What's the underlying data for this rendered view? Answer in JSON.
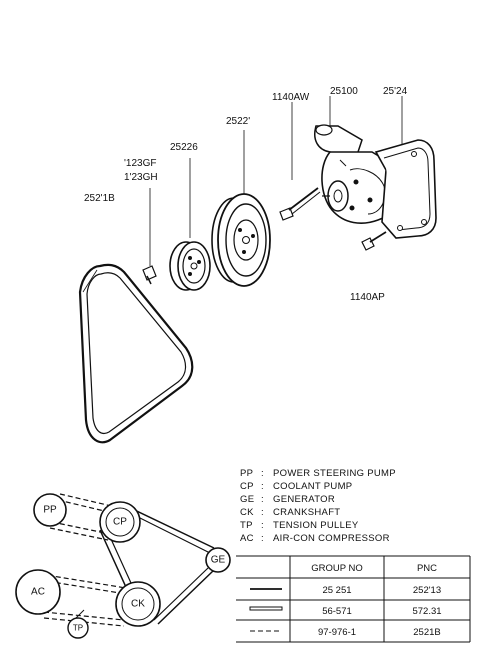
{
  "part_labels": {
    "belt": "252'1B",
    "bolt_upper": "'123GF",
    "bolt_lower": "1'23GH",
    "pulley_small": "25226",
    "pulley_large": "2522'",
    "bolt_pump": "1140AW",
    "pump": "25100",
    "gasket": "25'24",
    "bolt_lower_pump": "1140AP"
  },
  "legend": [
    {
      "code": "PP",
      "sep": ":",
      "desc": "POWER STEERING PUMP"
    },
    {
      "code": "CP",
      "sep": ":",
      "desc": "COOLANT PUMP"
    },
    {
      "code": "GE",
      "sep": ":",
      "desc": "GENERATOR"
    },
    {
      "code": "CK",
      "sep": ":",
      "desc": "CRANKSHAFT"
    },
    {
      "code": "TP",
      "sep": ":",
      "desc": "TENSION PULLEY"
    },
    {
      "code": "AC",
      "sep": ":",
      "desc": "AIR-CON COMPRESSOR"
    }
  ],
  "nodes": {
    "pp": "PP",
    "cp": "CP",
    "ge": "GE",
    "ac": "AC",
    "ck": "CK",
    "tp": "TP"
  },
  "table": {
    "headers": [
      "GROUP NO",
      "PNC"
    ],
    "rows": [
      {
        "group": "25  251",
        "pnc": "252'13"
      },
      {
        "group": "56-571",
        "pnc": "572.31"
      },
      {
        "group": "97-976-1",
        "pnc": "2521B"
      }
    ]
  }
}
